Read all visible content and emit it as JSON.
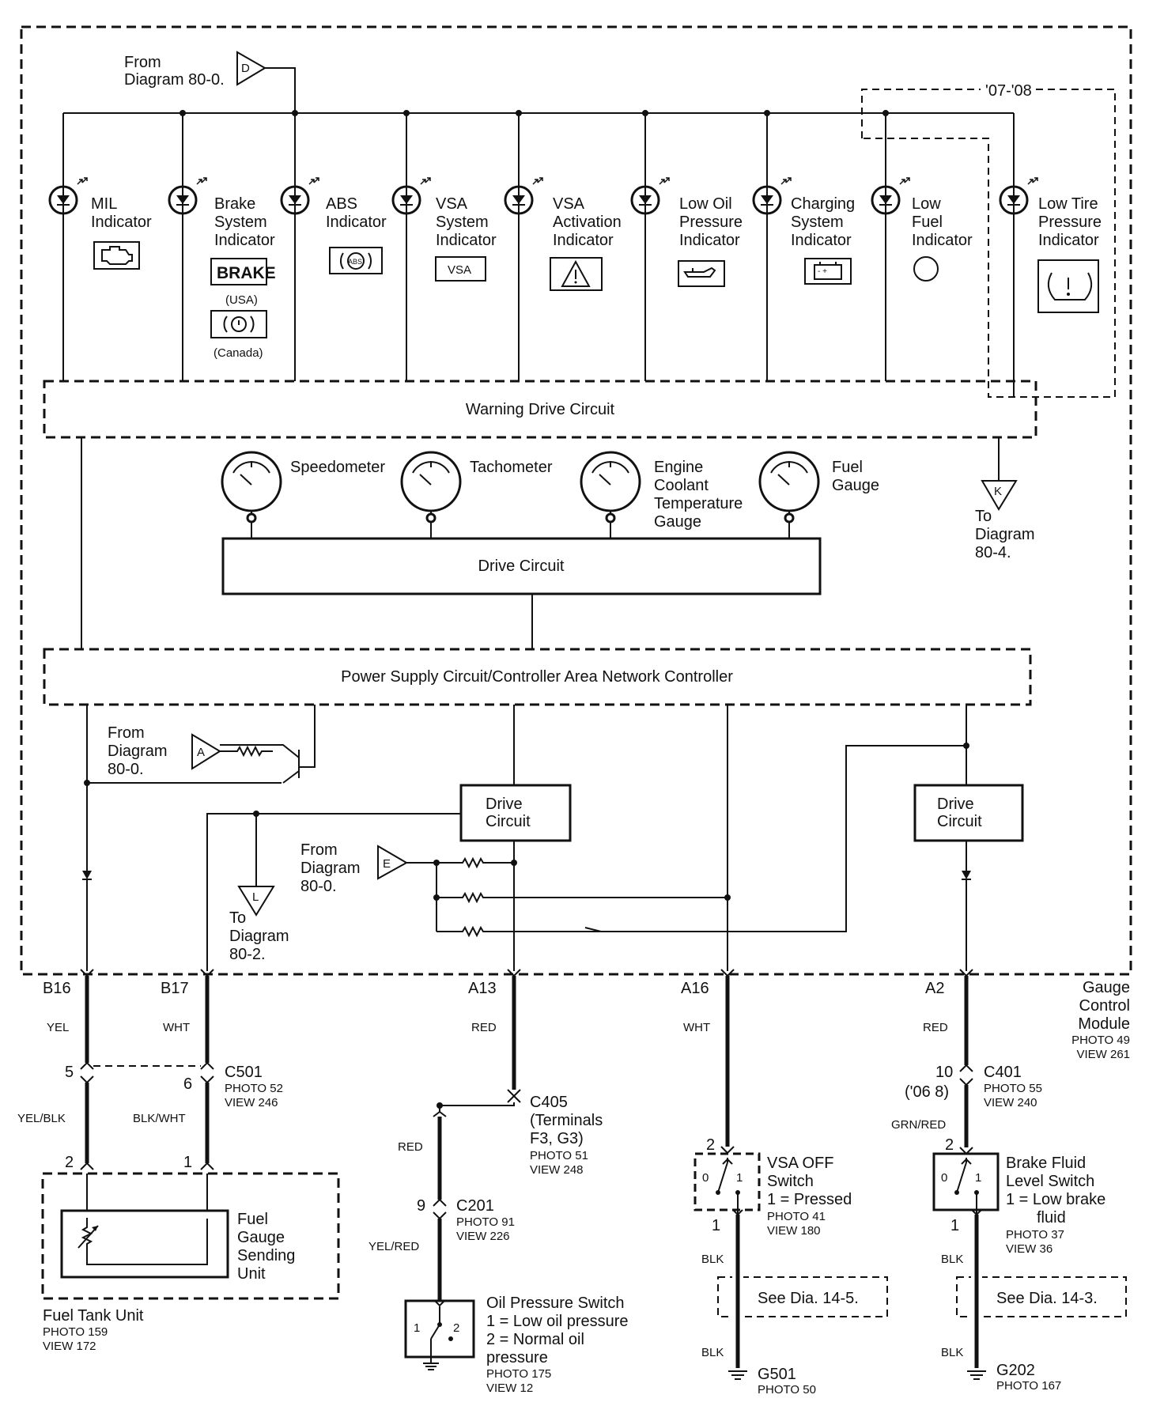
{
  "title_ref": {
    "from": "From",
    "diagram": "Diagram 80-0.",
    "letter": "D"
  },
  "year_range": "'07-'08",
  "indicators": [
    {
      "lines": [
        "MIL",
        "Indicator"
      ],
      "symbol": "engine-icon"
    },
    {
      "lines": [
        "Brake",
        "System",
        "Indicator"
      ],
      "symbol": "brake-icon",
      "sub1": "BRAKE",
      "sub1_note": "(USA)",
      "sub2_note": "(Canada)"
    },
    {
      "lines": [
        "ABS",
        "Indicator"
      ],
      "symbol": "abs-icon",
      "text": "ABS"
    },
    {
      "lines": [
        "VSA",
        "System",
        "Indicator"
      ],
      "symbol": "vsa-icon",
      "text": "VSA"
    },
    {
      "lines": [
        "VSA",
        "Activation",
        "Indicator"
      ],
      "symbol": "warning-triangle-icon"
    },
    {
      "lines": [
        "Low Oil",
        "Pressure",
        "Indicator"
      ],
      "symbol": "oil-can-icon"
    },
    {
      "lines": [
        "Charging",
        "System",
        "Indicator"
      ],
      "symbol": "battery-icon"
    },
    {
      "lines": [
        "Low",
        "Fuel",
        "Indicator"
      ],
      "symbol": "circle-icon"
    },
    {
      "lines": [
        "Low Tire",
        "Pressure",
        "Indicator"
      ],
      "symbol": "tire-pressure-icon"
    }
  ],
  "blocks": {
    "warning_drive": "Warning Drive Circuit",
    "drive": "Drive Circuit",
    "power_supply": "Power Supply Circuit/Controller Area Network Controller",
    "drive_left": [
      "Drive",
      "Circuit"
    ],
    "drive_right": [
      "Drive",
      "Circuit"
    ]
  },
  "gauges": [
    {
      "lines": [
        "Speedometer"
      ]
    },
    {
      "lines": [
        "Tachometer"
      ]
    },
    {
      "lines": [
        "Engine",
        "Coolant",
        "Temperature",
        "Gauge"
      ]
    },
    {
      "lines": [
        "Fuel",
        "Gauge"
      ]
    }
  ],
  "refs": {
    "k": {
      "letter": "K",
      "lines": [
        "To",
        "Diagram",
        "80-4."
      ]
    },
    "a": {
      "letter": "A",
      "lines": [
        "From",
        "Diagram",
        "80-0."
      ]
    },
    "l": {
      "letter": "L",
      "lines": [
        "To",
        "Diagram",
        "80-2."
      ]
    },
    "e": {
      "letter": "E",
      "lines": [
        "From",
        "Diagram",
        "80-0."
      ]
    }
  },
  "module": {
    "lines": [
      "Gauge",
      "Control",
      "Module"
    ],
    "photo": "PHOTO 49",
    "view": "VIEW 261"
  },
  "pins": [
    "B16",
    "B17",
    "A13",
    "A16",
    "A2"
  ],
  "wires": {
    "b16": "YEL",
    "b17": "WHT",
    "a13": "RED",
    "a16": "WHT",
    "a2": "RED",
    "b16_low": "YEL/BLK",
    "b17_low": "BLK/WHT",
    "a13_low": "RED",
    "c201_low": "YEL/RED",
    "a2_low": "GRN/RED",
    "vsa_blk1": "BLK",
    "vsa_blk2": "BLK",
    "bf_blk1": "BLK",
    "bf_blk2": "BLK"
  },
  "connectors": {
    "c501": {
      "name": "C501",
      "photo": "PHOTO 52",
      "view": "VIEW 246",
      "pin_a": "5",
      "pin_b": "6"
    },
    "c405": {
      "lines": [
        "C405",
        "(Terminals",
        "F3, G3)"
      ],
      "photo": "PHOTO 51",
      "view": "VIEW 248"
    },
    "c201": {
      "name": "C201",
      "photo": "PHOTO 91",
      "view": "VIEW 226",
      "pin": "9"
    },
    "c401": {
      "name": "C401",
      "photo": "PHOTO 55",
      "view": "VIEW 240",
      "pin": "10",
      "pin_note": "('06 8)"
    }
  },
  "fuel_tank": {
    "pin_a": "2",
    "pin_b": "1",
    "unit_lines": [
      "Fuel",
      "Gauge",
      "Sending",
      "Unit"
    ],
    "name": "Fuel Tank Unit",
    "photo": "PHOTO 159",
    "view": "VIEW 172"
  },
  "oil_switch": {
    "lines": [
      "Oil Pressure Switch",
      "1 = Low oil pressure",
      "2 = Normal oil",
      "pressure"
    ],
    "photo": "PHOTO 175",
    "view": "VIEW 12",
    "pos1": "1",
    "pos2": "2"
  },
  "vsa_switch": {
    "lines": [
      "VSA OFF",
      "Switch",
      "1 = Pressed"
    ],
    "photo": "PHOTO 41",
    "view": "VIEW 180",
    "pin_top": "2",
    "pin_bottom": "1",
    "pos0": "0",
    "pos1": "1"
  },
  "brake_switch": {
    "lines": [
      "Brake Fluid",
      "Level Switch",
      "1 = Low brake",
      "fluid"
    ],
    "photo": "PHOTO 37",
    "view": "VIEW 36",
    "pin_top": "2",
    "pin_bottom": "1",
    "pos0": "0",
    "pos1": "1"
  },
  "see": {
    "vsa": "See Dia. 14-5.",
    "bf": "See Dia. 14-3."
  },
  "grounds": {
    "g501": {
      "name": "G501",
      "photo": "PHOTO 50"
    },
    "g202": {
      "name": "G202",
      "photo": "PHOTO 167"
    }
  }
}
